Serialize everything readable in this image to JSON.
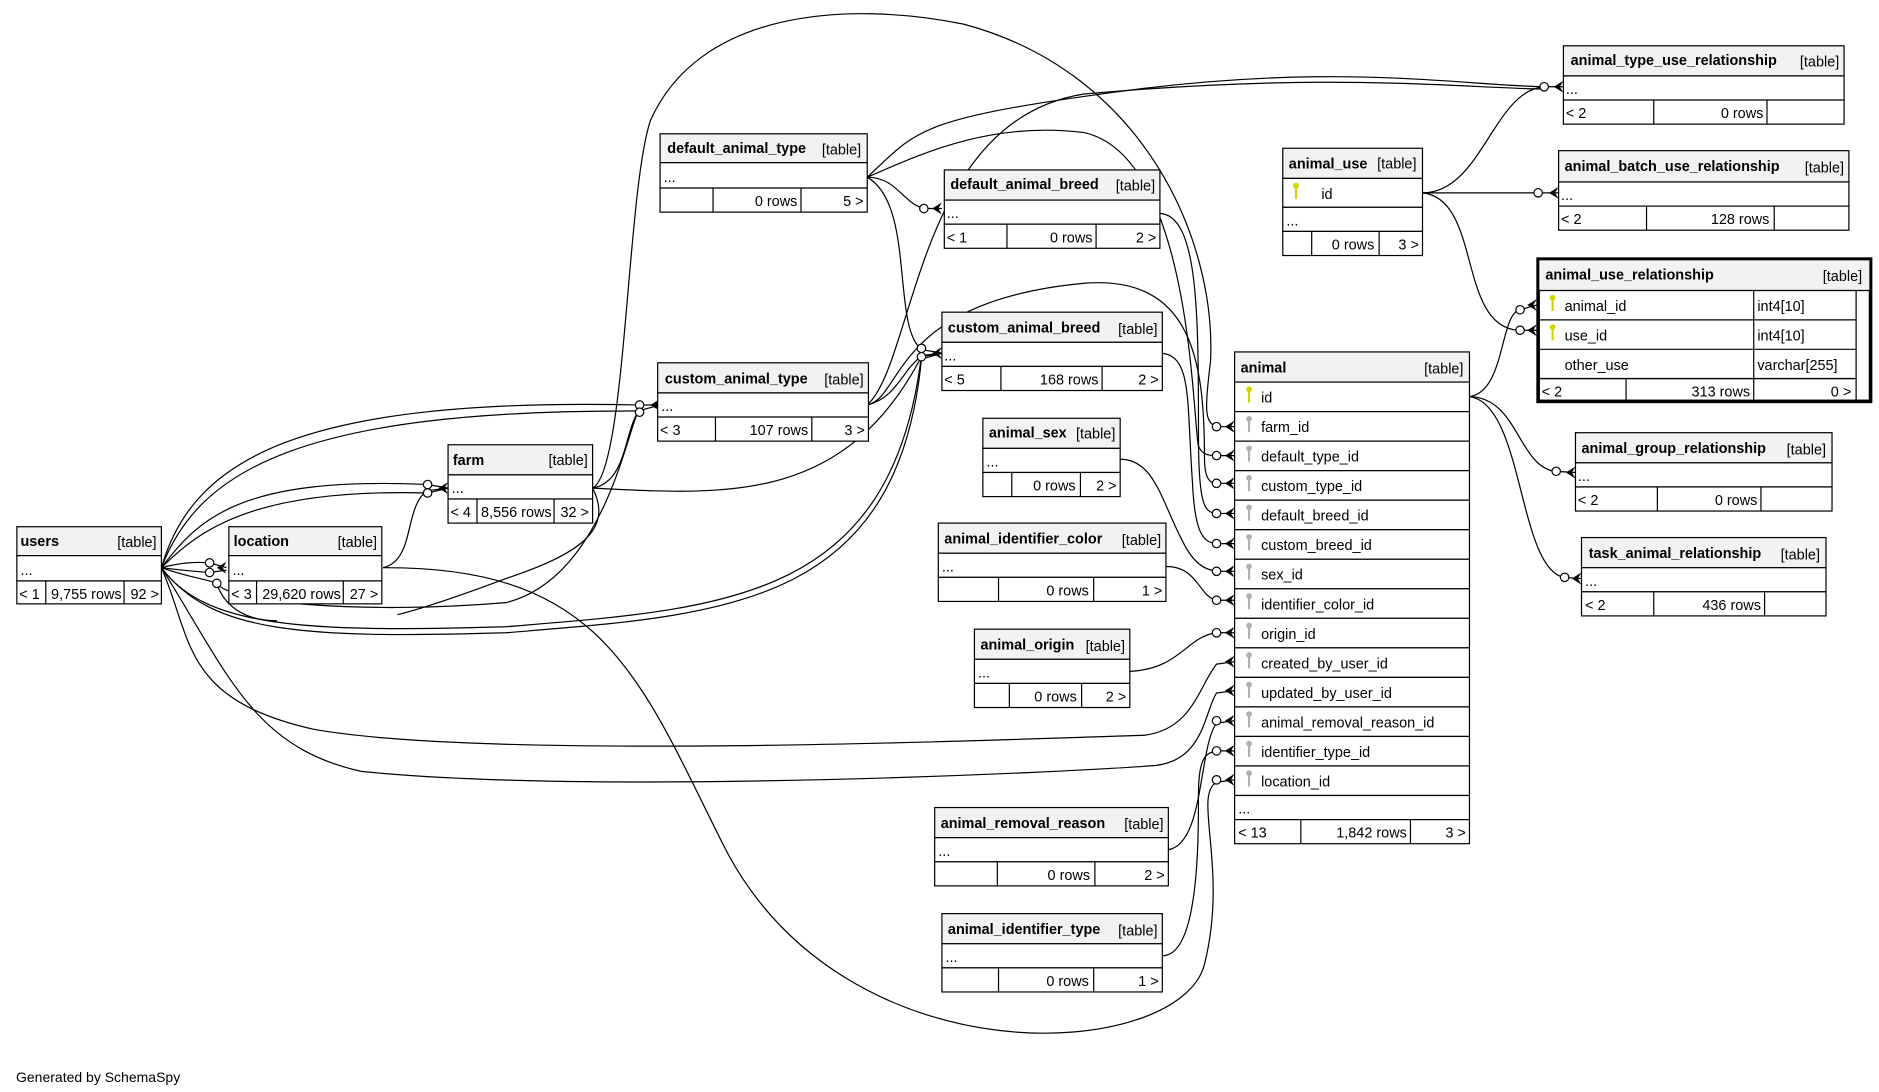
{
  "footer": "Generated by SchemaSpy",
  "tag_label": "[table]",
  "tables": {
    "users": {
      "name": "users",
      "body": "...",
      "stats": [
        "< 1",
        "9,755 rows",
        "92 >"
      ]
    },
    "location": {
      "name": "location",
      "body": "...",
      "stats": [
        "< 3",
        "29,620 rows",
        "27 >"
      ]
    },
    "farm": {
      "name": "farm",
      "body": "...",
      "stats": [
        "< 4",
        "8,556 rows",
        "32 >"
      ]
    },
    "default_animal_type": {
      "name": "default_animal_type",
      "body": "...",
      "stats": [
        "",
        "0 rows",
        "5 >"
      ]
    },
    "custom_animal_type": {
      "name": "custom_animal_type",
      "body": "...",
      "stats": [
        "< 3",
        "107 rows",
        "3 >"
      ]
    },
    "default_animal_breed": {
      "name": "default_animal_breed",
      "body": "...",
      "stats": [
        "< 1",
        "0 rows",
        "2 >"
      ]
    },
    "custom_animal_breed": {
      "name": "custom_animal_breed",
      "body": "...",
      "stats": [
        "< 5",
        "168 rows",
        "2 >"
      ]
    },
    "animal_sex": {
      "name": "animal_sex",
      "body": "...",
      "stats": [
        "",
        "0 rows",
        "2 >"
      ]
    },
    "animal_identifier_color": {
      "name": "animal_identifier_color",
      "body": "...",
      "stats": [
        "",
        "0 rows",
        "1 >"
      ]
    },
    "animal_origin": {
      "name": "animal_origin",
      "body": "...",
      "stats": [
        "",
        "0 rows",
        "2 >"
      ]
    },
    "animal_removal_reason": {
      "name": "animal_removal_reason",
      "body": "...",
      "stats": [
        "",
        "0 rows",
        "2 >"
      ]
    },
    "animal_identifier_type": {
      "name": "animal_identifier_type",
      "body": "...",
      "stats": [
        "",
        "0 rows",
        "1 >"
      ]
    },
    "animal_use": {
      "name": "animal_use",
      "pk": "id",
      "body": "...",
      "stats": [
        "",
        "0 rows",
        "3 >"
      ]
    },
    "animal_type_use_relationship": {
      "name": "animal_type_use_relationship",
      "body": "...",
      "stats": [
        "< 2",
        "0 rows",
        ""
      ]
    },
    "animal_batch_use_relationship": {
      "name": "animal_batch_use_relationship",
      "body": "...",
      "stats": [
        "< 2",
        "128 rows",
        ""
      ]
    },
    "animal_group_relationship": {
      "name": "animal_group_relationship",
      "body": "...",
      "stats": [
        "< 2",
        "0 rows",
        ""
      ]
    },
    "task_animal_relationship": {
      "name": "task_animal_relationship",
      "body": "...",
      "stats": [
        "< 2",
        "436 rows",
        ""
      ]
    },
    "animal_use_relationship": {
      "name": "animal_use_relationship",
      "columns": [
        {
          "name": "animal_id",
          "type": "int4[10]",
          "key": "pk"
        },
        {
          "name": "use_id",
          "type": "int4[10]",
          "key": "pk"
        },
        {
          "name": "other_use",
          "type": "varchar[255]",
          "key": ""
        }
      ],
      "stats": [
        "< 2",
        "313 rows",
        "0 >"
      ]
    },
    "animal": {
      "name": "animal",
      "columns": [
        {
          "name": "id",
          "key": "pk"
        },
        {
          "name": "farm_id",
          "key": "fk"
        },
        {
          "name": "default_type_id",
          "key": "fk"
        },
        {
          "name": "custom_type_id",
          "key": "fk"
        },
        {
          "name": "default_breed_id",
          "key": "fk"
        },
        {
          "name": "custom_breed_id",
          "key": "fk"
        },
        {
          "name": "sex_id",
          "key": "fk"
        },
        {
          "name": "identifier_color_id",
          "key": "fk"
        },
        {
          "name": "origin_id",
          "key": "fk"
        },
        {
          "name": "created_by_user_id",
          "key": "fk"
        },
        {
          "name": "updated_by_user_id",
          "key": "fk"
        },
        {
          "name": "animal_removal_reason_id",
          "key": "fk"
        },
        {
          "name": "identifier_type_id",
          "key": "fk"
        },
        {
          "name": "location_id",
          "key": "fk"
        }
      ],
      "body": "...",
      "stats": [
        "< 13",
        "1,842 rows",
        "3 >"
      ]
    }
  },
  "colors": {
    "pk_key": "#d4d400",
    "fk_key": "#b0b0b0",
    "header_bg": "#f2f2f2"
  }
}
